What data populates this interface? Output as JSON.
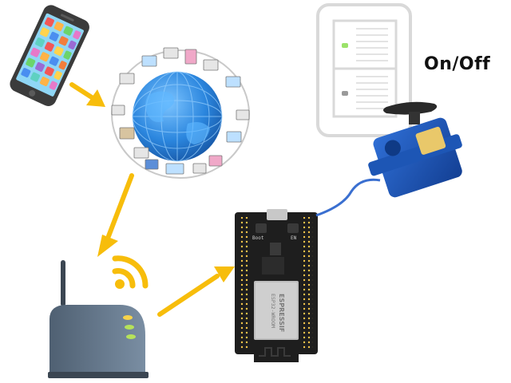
{
  "labels": {
    "on_off": "On/Off",
    "boot": "Boot",
    "en": "EN",
    "brand": "ESPRESSIF",
    "module": "ESP32-WROOM"
  },
  "colors": {
    "arrow": "#f7bd0b",
    "globe": "#2b86de",
    "phone_body": "#3b3b3b",
    "router": "#5a6b7e",
    "board": "#1e1e1e",
    "servo": "#1d56b5",
    "wire": "#3a6fd0",
    "switch_frame": "#d9d9d9",
    "wifi": "#f7bd0b"
  },
  "icons": [
    "smartphone-icon",
    "internet-globe-icon",
    "wifi-router-icon",
    "wifi-signal-icon",
    "esp32-board-icon",
    "servo-motor-icon",
    "wall-switch-icon"
  ]
}
